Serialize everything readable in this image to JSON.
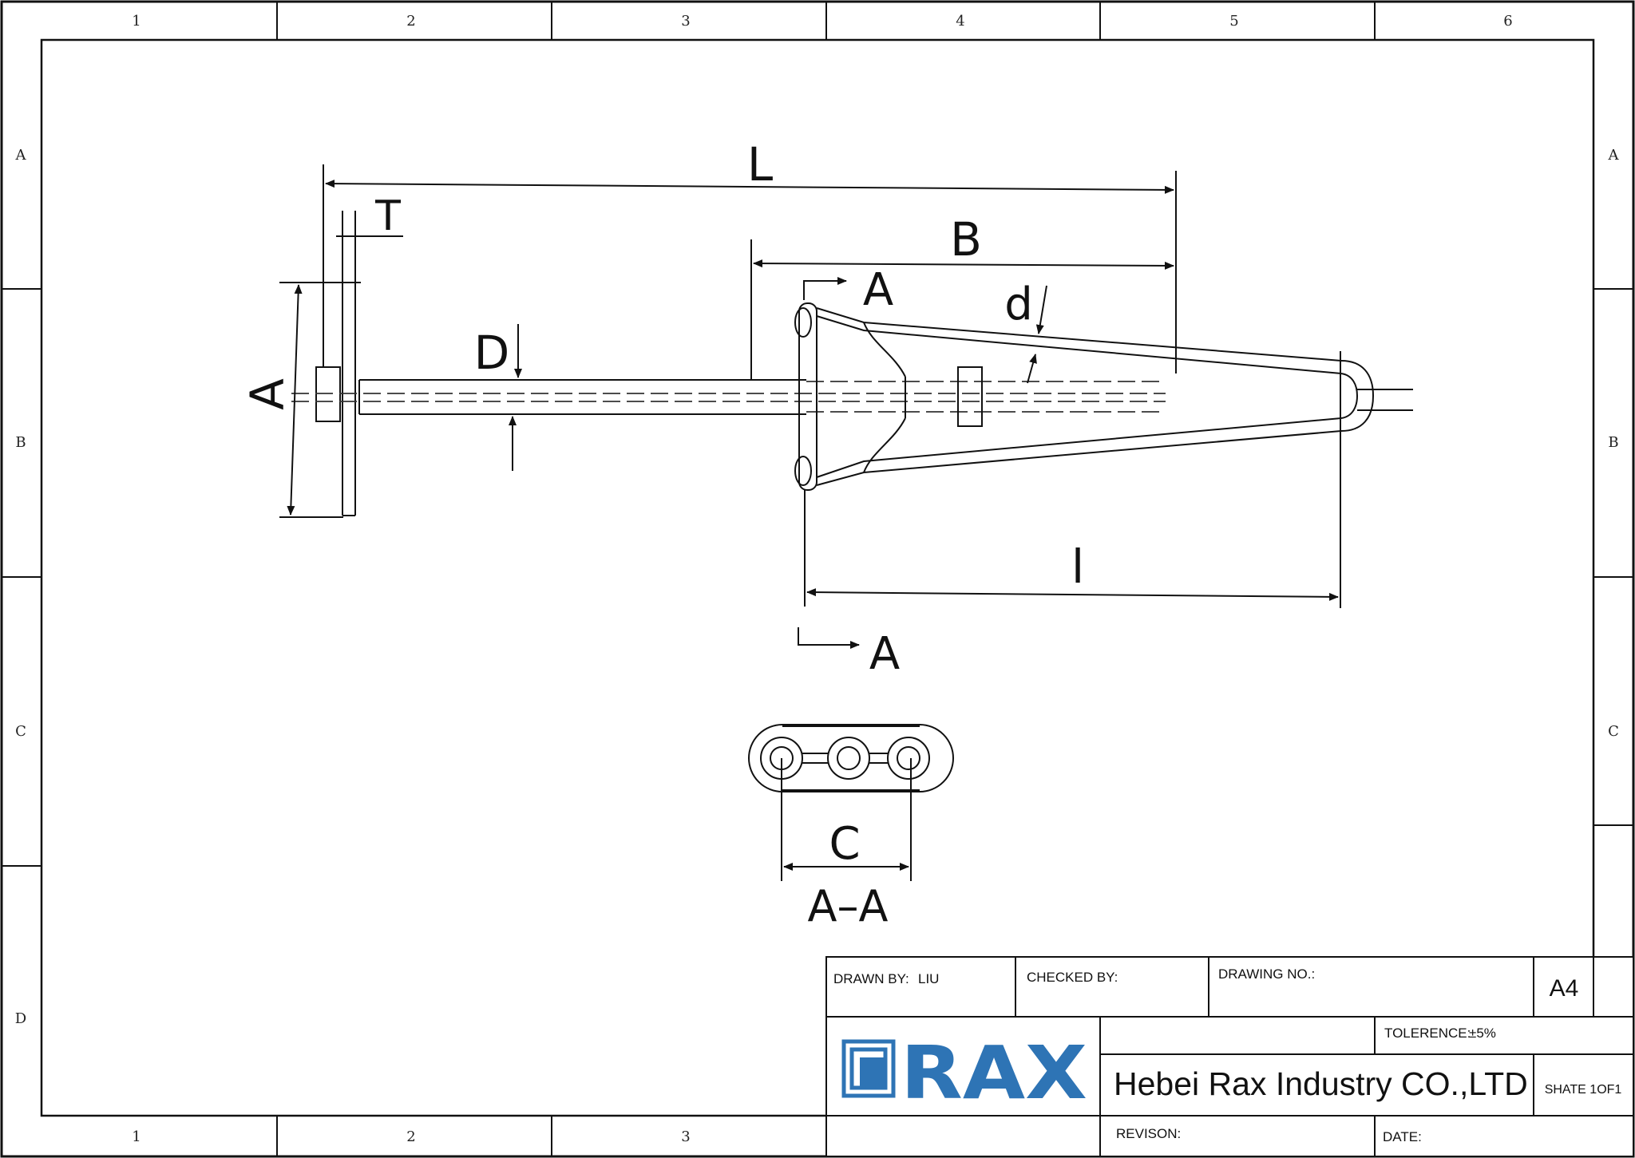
{
  "border": {
    "column_labels": [
      "1",
      "2",
      "3",
      "4",
      "5",
      "6"
    ],
    "row_labels": [
      "A",
      "B",
      "C",
      "D"
    ]
  },
  "drawing": {
    "dimensions": {
      "L": "L",
      "T": "T",
      "B": "B",
      "A_left": "A",
      "D": "D",
      "d": "d",
      "section_top": "A",
      "section_bottom": "A",
      "l": "l",
      "C": "C",
      "section_label": "A–A"
    }
  },
  "title_block": {
    "drawn_by_label": "DRAWN BY:",
    "drawn_by_value": "LIU",
    "checked_by_label": "CHECKED BY:",
    "drawing_no_label": "DRAWING NO.:",
    "sheet_size": "A4",
    "tolerance_label": "TOLERENCE:",
    "tolerance_value": "±5%",
    "logo_text": "RAX",
    "company_name": "Hebei Rax Industry CO.,LTD",
    "sheet_label": "SHATE 1OF1",
    "revision_label": "REVISON:",
    "date_label": "DATE:",
    "brand_color": "#2e74b5"
  }
}
